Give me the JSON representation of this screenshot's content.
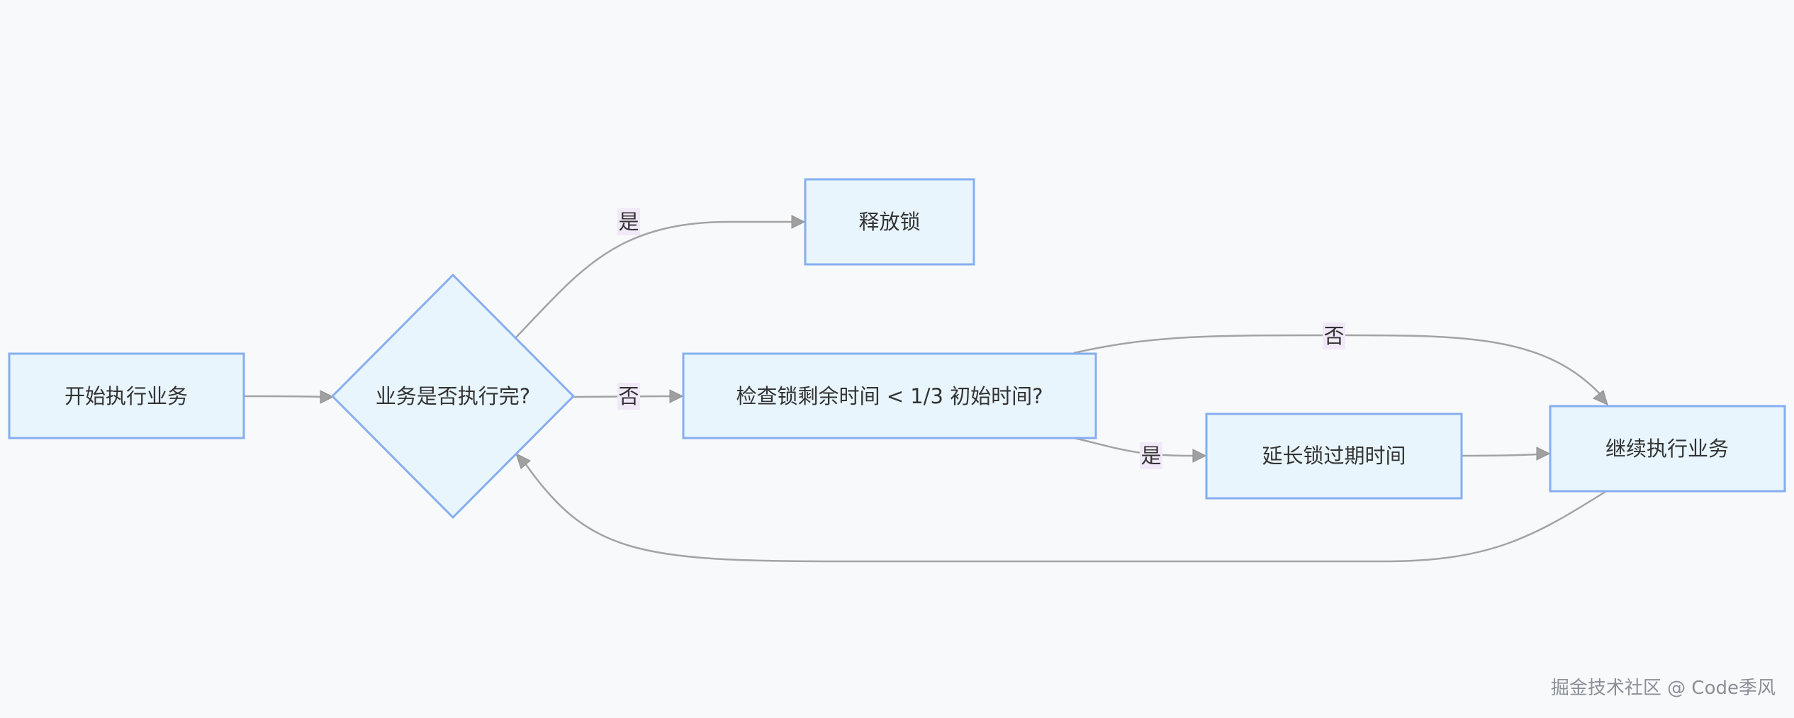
{
  "nodes": {
    "start": "开始执行业务",
    "decision_done": "业务是否执行完?",
    "release_lock": "释放锁",
    "check_remaining": "检查锁剩余时间 < 1/3 初始时间?",
    "extend_expiry": "延长锁过期时间",
    "continue_business": "继续执行业务"
  },
  "edge_labels": {
    "done_yes": "是",
    "done_no": "否",
    "check_yes": "是",
    "check_no": "否"
  },
  "watermark": "掘金技术社区 @ Code季风",
  "colors": {
    "node_fill": "#e8f5fd",
    "node_stroke": "#86aef0",
    "edge": "#a3a3a3",
    "label_bg": "#f1e8f8",
    "background": "#f8f9fb"
  }
}
